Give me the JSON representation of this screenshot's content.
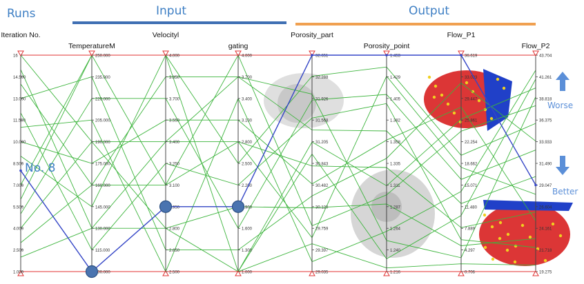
{
  "headers": {
    "runs": "Runs",
    "input": "Input",
    "output": "Output"
  },
  "colors": {
    "header_text": "#3e7fc4",
    "input_bar": "#3f6fb3",
    "output_bar": "#f0a050",
    "grid_green": "#3cb43c",
    "selected_blue": "#3545c8",
    "axis_red": "#e03030",
    "marker": "#4a74b0",
    "arrow": "#5b8fd8"
  },
  "annotations": {
    "selected_run": "No. 8",
    "worse": "Worse",
    "better": "Better"
  },
  "chart_data": {
    "type": "parallel-coordinates",
    "axes": [
      {
        "name": "Iteration No.",
        "ticks": [
          "16",
          "14.500",
          "13.000",
          "11.500",
          "10.000",
          "8.500",
          "7.000",
          "5.500",
          "4.000",
          "2.500",
          "1.000"
        ],
        "range": [
          1,
          16
        ]
      },
      {
        "name": "TemperatureM",
        "ticks": [
          "250.000",
          "235.000",
          "220.000",
          "205.000",
          "190.000",
          "175.000",
          "160.000",
          "145.000",
          "130.000",
          "115.000",
          "100.000"
        ],
        "range": [
          100,
          250
        ]
      },
      {
        "name": "Velocityl",
        "ticks": [
          "4.000",
          "3.850",
          "3.700",
          "3.550",
          "3.400",
          "3.250",
          "3.100",
          "2.950",
          "2.800",
          "2.650",
          "2.500"
        ],
        "range": [
          2.5,
          4.0
        ]
      },
      {
        "name": "gating",
        "ticks": [
          "4.000",
          "3.700",
          "3.400",
          "3.100",
          "2.800",
          "2.500",
          "2.200",
          "1.900",
          "1.600",
          "1.300",
          "1.000"
        ],
        "range": [
          1.0,
          4.0
        ]
      },
      {
        "name": "Porosity_part",
        "ticks": [
          "32.651",
          "32.288",
          "31.926",
          "31.568",
          "31.205",
          "30.843",
          "30.482",
          "30.120",
          "29.759",
          "29.397",
          "29.035"
        ],
        "range": [
          29.035,
          32.651
        ]
      },
      {
        "name": "Porosity_point",
        "ticks": [
          "1.453",
          "1.429",
          "1.405",
          "1.382",
          "1.358",
          "1.335",
          "1.311",
          "1.287",
          "1.264",
          "1.240",
          "1.216"
        ],
        "range": [
          1.216,
          1.453
        ]
      },
      {
        "name": "Flow_P1",
        "ticks": [
          "36.619",
          "33.033",
          "29.447",
          "25.861",
          "22.254",
          "18.662",
          "15.071",
          "11.480",
          "7.889",
          "4.297",
          "0.706"
        ],
        "range": [
          0.706,
          36.619
        ]
      },
      {
        "name": "Flow_P2",
        "ticks": [
          "43.704",
          "41.261",
          "38.818",
          "36.375",
          "33.933",
          "31.490",
          "29.047",
          "26.604",
          "24.161",
          "21.718",
          "19.275"
        ],
        "range": [
          19.275,
          43.704
        ]
      }
    ],
    "runs": [
      [
        1,
        100,
        2.5,
        1.0,
        29.5,
        1.22,
        2,
        20
      ],
      [
        2,
        130,
        2.8,
        1.9,
        30.1,
        1.29,
        5,
        23
      ],
      [
        3,
        160,
        3.1,
        2.8,
        30.8,
        1.33,
        8,
        26
      ],
      [
        4,
        190,
        3.4,
        3.7,
        31.4,
        1.37,
        12,
        30
      ],
      [
        5,
        220,
        3.7,
        1.6,
        31.9,
        1.41,
        16,
        33
      ],
      [
        6,
        250,
        4.0,
        2.5,
        32.3,
        1.44,
        20,
        36
      ],
      [
        7,
        250,
        3.1,
        4.0,
        29.8,
        1.3,
        24,
        38
      ],
      [
        8,
        100,
        2.95,
        1.9,
        32.651,
        1.453,
        36.619,
        29.047
      ],
      [
        9,
        145,
        4.0,
        1.0,
        31.0,
        1.23,
        10,
        41
      ],
      [
        10,
        175,
        3.55,
        3.1,
        30.5,
        1.36,
        28,
        25
      ],
      [
        11,
        205,
        2.5,
        3.4,
        29.2,
        1.26,
        14,
        42
      ],
      [
        12,
        115,
        3.25,
        2.2,
        31.6,
        1.4,
        6,
        22
      ],
      [
        13,
        235,
        2.65,
        1.3,
        30.3,
        1.34,
        32,
        34
      ],
      [
        14,
        160,
        3.85,
        3.7,
        32.0,
        1.25,
        3,
        39
      ],
      [
        15,
        130,
        3.4,
        2.8,
        29.6,
        1.43,
        18,
        28
      ],
      [
        16,
        190,
        2.8,
        1.0,
        31.2,
        1.31,
        26,
        40
      ]
    ],
    "selected_run": 8
  }
}
